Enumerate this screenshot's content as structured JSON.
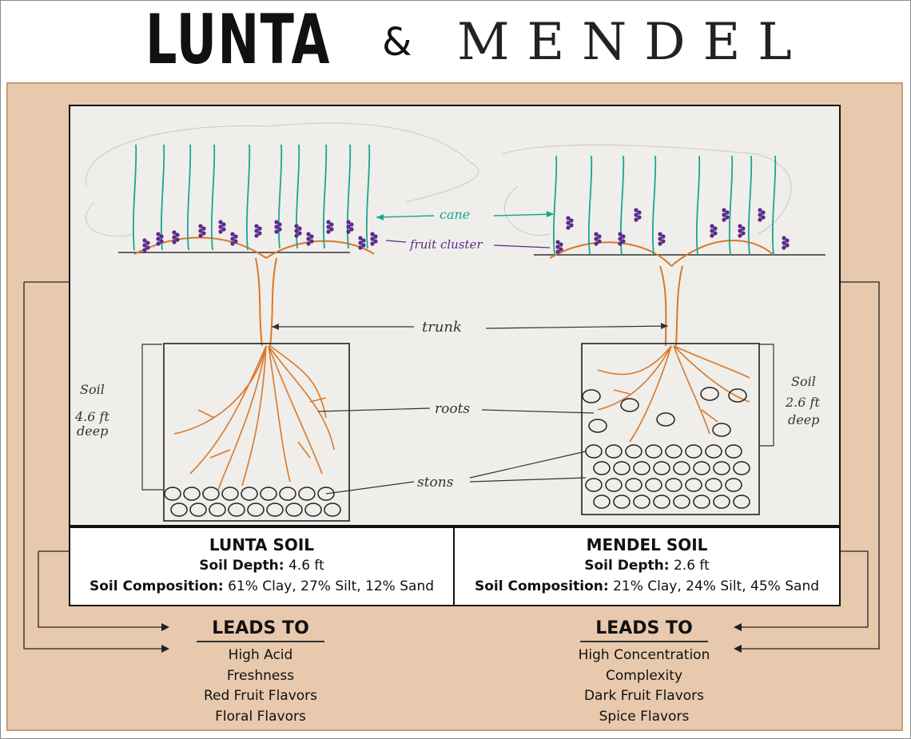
{
  "header": {
    "left_brand": "LUNTA",
    "ampersand": "&",
    "right_brand": "MENDEL"
  },
  "sketch_labels": {
    "cane": "cane",
    "fruit_cluster": "fruit cluster",
    "trunk": "trunk",
    "roots": "roots",
    "stones": "stons",
    "left_soil": [
      "Soil",
      "4.6 ft",
      "deep"
    ],
    "right_soil": [
      "Soil",
      "2.6 ft",
      "deep"
    ]
  },
  "colors": {
    "panel": "#e8c9ad",
    "cane": "#1aa58f",
    "fruit": "#5b2a8a",
    "trunk": "#d9782b",
    "ink": "#111111"
  },
  "lunta": {
    "title": "LUNTA SOIL",
    "depth_label": "Soil Depth:",
    "depth_value": "4.6 ft",
    "comp_label": "Soil Composition:",
    "comp_value": "61% Clay, 27% Silt, 12% Sand",
    "leads_title": "LEADS TO",
    "leads": [
      "High Acid",
      "Freshness",
      "Red Fruit Flavors",
      "Floral Flavors"
    ]
  },
  "mendel": {
    "title": "MENDEL SOIL",
    "depth_label": "Soil Depth:",
    "depth_value": "2.6 ft",
    "comp_label": "Soil Composition:",
    "comp_value": "21% Clay, 24% Silt, 45% Sand",
    "leads_title": "LEADS TO",
    "leads": [
      "High Concentration",
      "Complexity",
      "Dark Fruit Flavors",
      "Spice Flavors"
    ]
  }
}
